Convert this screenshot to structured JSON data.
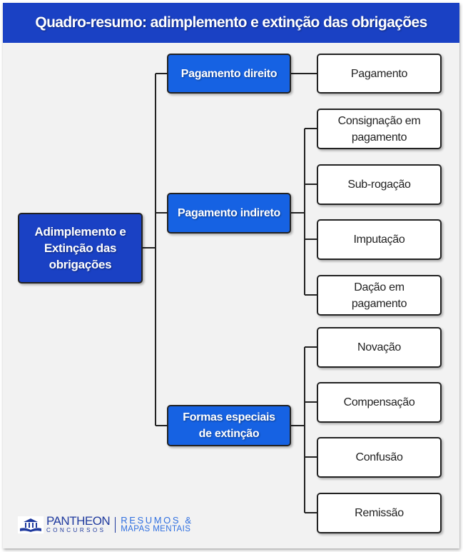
{
  "title": "Quadro-resumo: adimplemento e extinção das obrigações",
  "root": "Adimplemento e Extinção das obrigações",
  "branches": [
    {
      "label": "Pagamento direito",
      "children": [
        "Pagamento"
      ]
    },
    {
      "label": "Pagamento indireto",
      "children": [
        "Consignação em pagamento",
        "Sub-rogação",
        "Imputação",
        "Dação em pagamento"
      ]
    },
    {
      "label": "Formas especiais de extinção",
      "children": [
        "Novação",
        "Compensação",
        "Confusão",
        "Remissão"
      ]
    }
  ],
  "logo": {
    "brand": "PANTHEON",
    "sub": "CONCURSOS",
    "line1": "RESUMOS &",
    "line2": "MAPAS MENTAIS"
  },
  "colors": {
    "header": "#1a41c4",
    "mid": "#1662e3"
  }
}
